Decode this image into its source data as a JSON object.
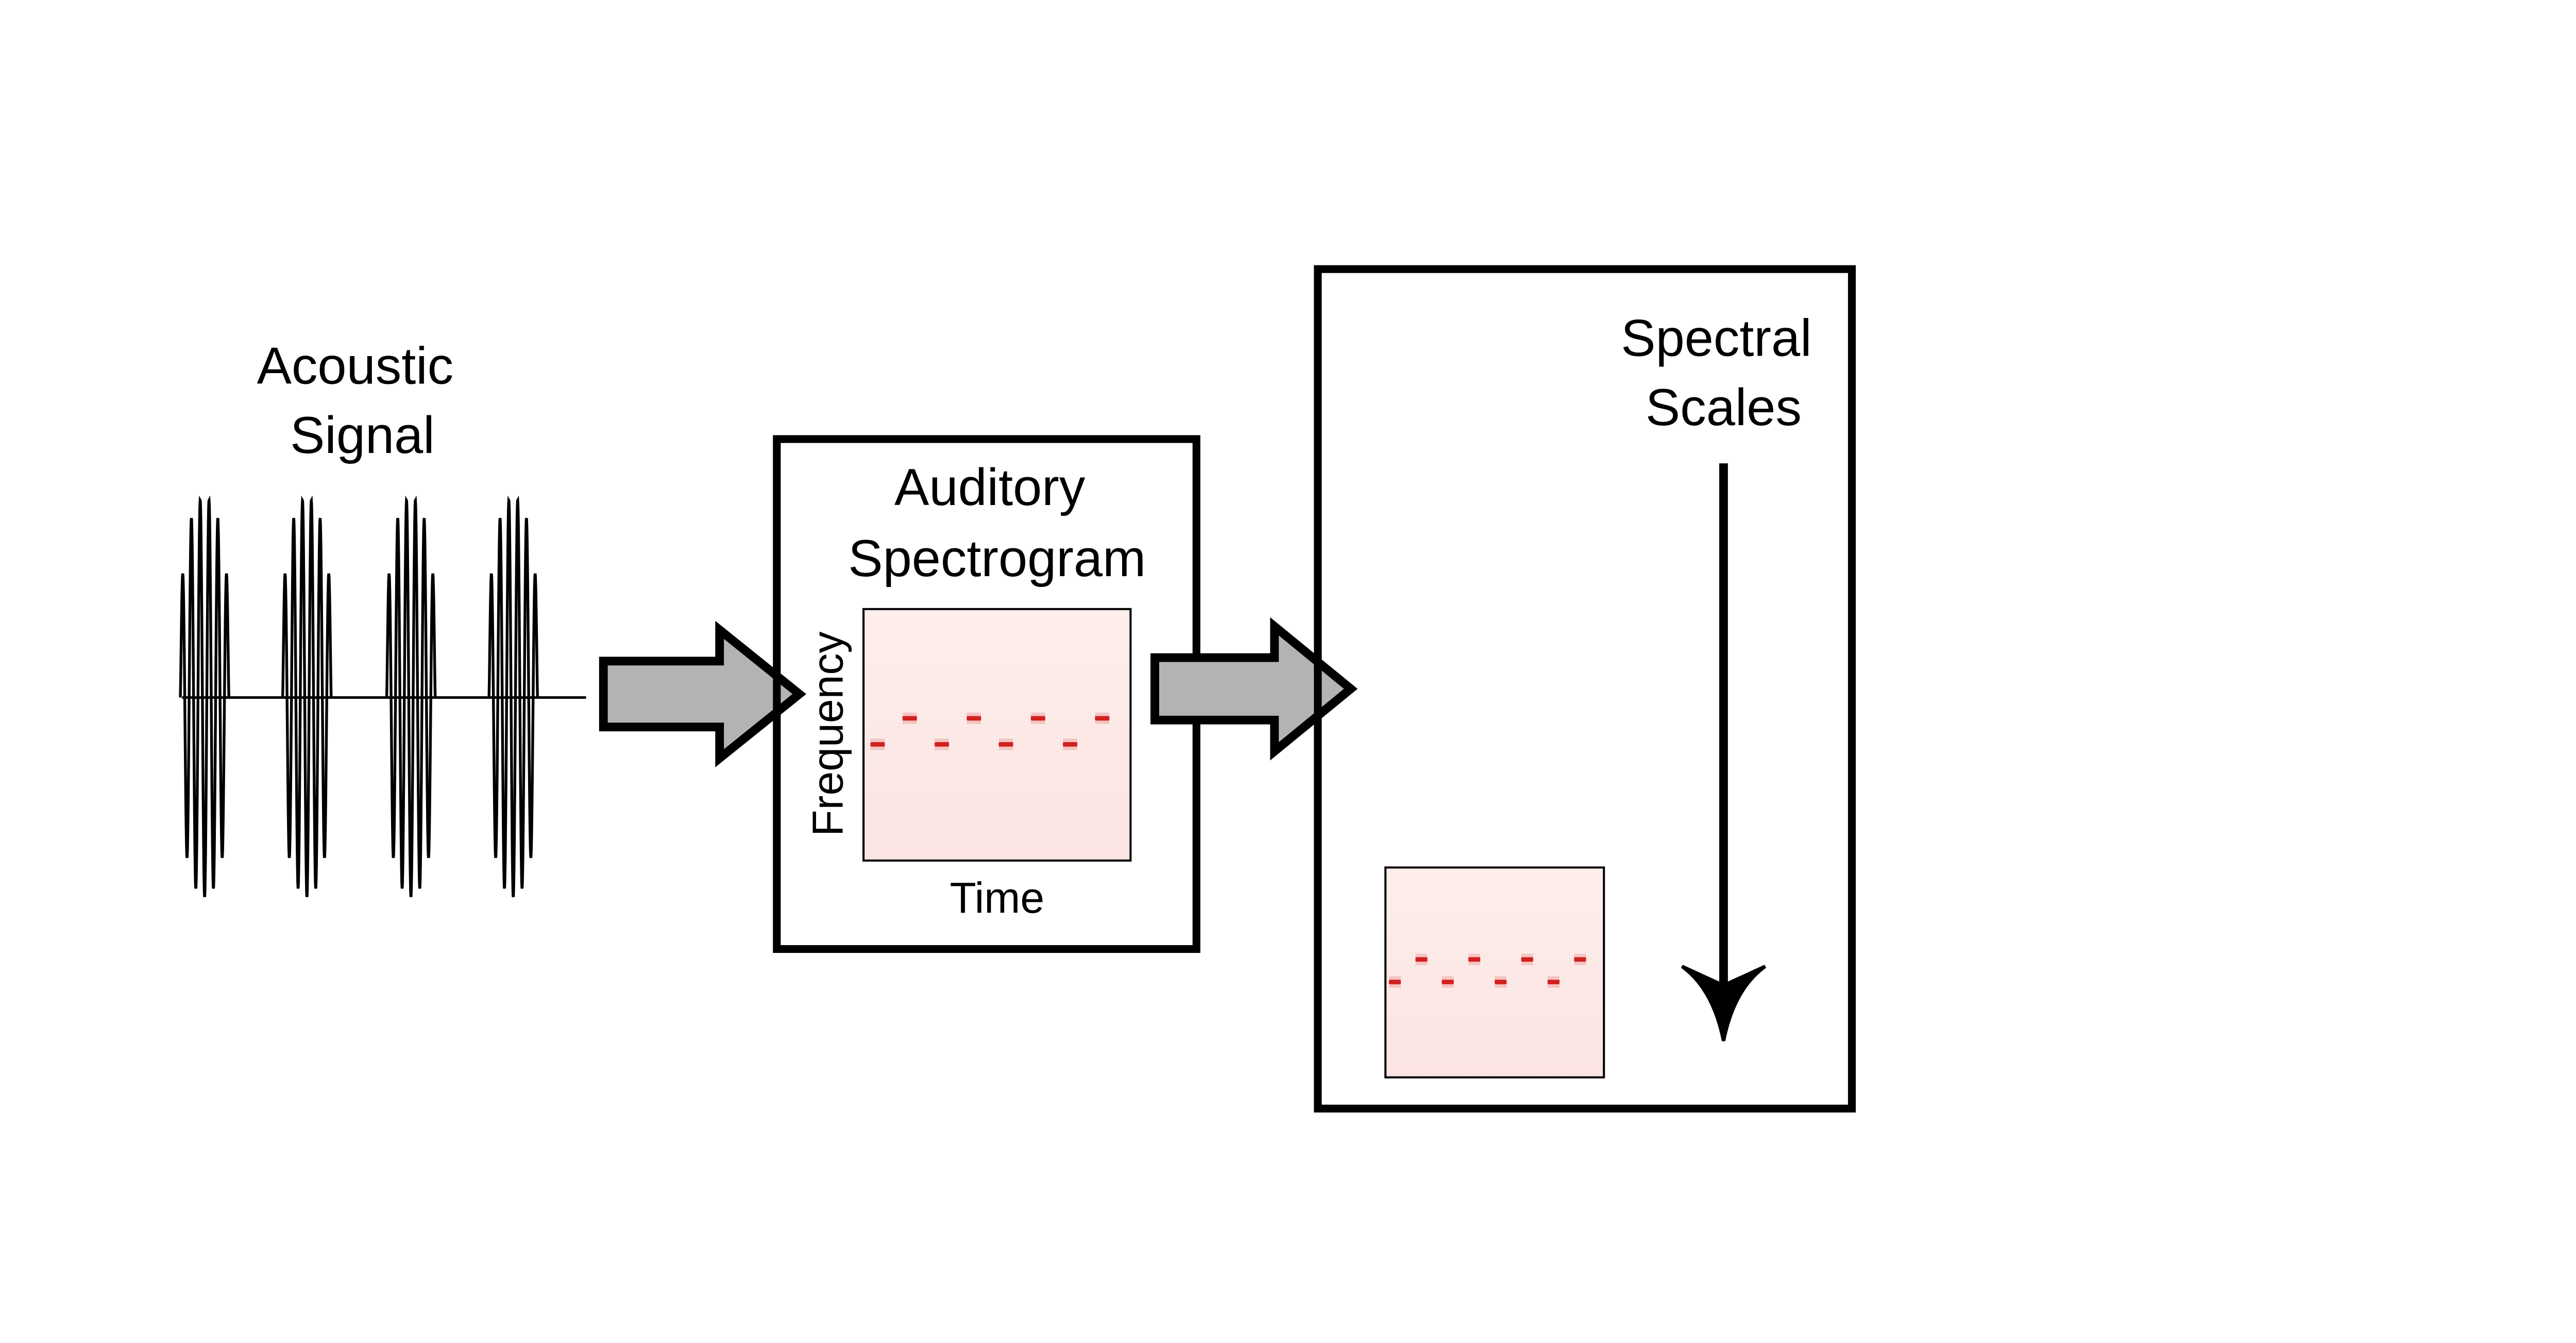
{
  "labels": {
    "acoustic_signal": [
      "Acoustic",
      "Signal"
    ],
    "auditory_spectrogram": [
      "Auditory",
      "Spectrogram"
    ],
    "frequency_axis": "Frequency",
    "time_axis": "Time",
    "spectral_scales": [
      "Spectral",
      "Scales"
    ]
  },
  "colors": {
    "stroke": "#000000",
    "arrow_fill": "#b3b3b3",
    "spectrogram_background": "#fdeeec",
    "spectrogram_mark": "#d42020"
  },
  "icons": [
    "block-arrow-icon",
    "down-arrow-icon"
  ]
}
